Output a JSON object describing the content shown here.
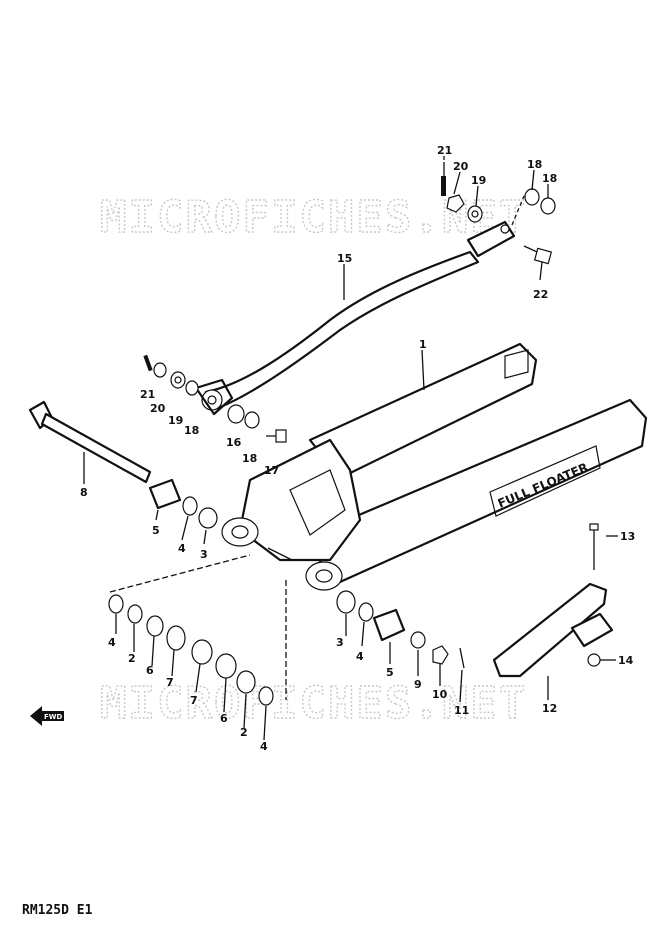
{
  "watermark": "MICROFICHES.NET",
  "caption": "RM125D E1",
  "fwd_label": "FWD",
  "swingarm_decal": "FULL FLOATER",
  "callouts": [
    {
      "id": "c21a",
      "label": "21"
    },
    {
      "id": "c20a",
      "label": "20"
    },
    {
      "id": "c19a",
      "label": "19"
    },
    {
      "id": "c18a",
      "label": "18"
    },
    {
      "id": "c18b",
      "label": "18"
    },
    {
      "id": "c22",
      "label": "22"
    },
    {
      "id": "c15",
      "label": "15"
    },
    {
      "id": "c1",
      "label": "1"
    },
    {
      "id": "c21b",
      "label": "21"
    },
    {
      "id": "c20b",
      "label": "20"
    },
    {
      "id": "c19b",
      "label": "19"
    },
    {
      "id": "c18c",
      "label": "18"
    },
    {
      "id": "c16",
      "label": "16"
    },
    {
      "id": "c18d",
      "label": "18"
    },
    {
      "id": "c17",
      "label": "17"
    },
    {
      "id": "c8",
      "label": "8"
    },
    {
      "id": "c5a",
      "label": "5"
    },
    {
      "id": "c4a",
      "label": "4"
    },
    {
      "id": "c3a",
      "label": "3"
    },
    {
      "id": "c13",
      "label": "13"
    },
    {
      "id": "c4b",
      "label": "4"
    },
    {
      "id": "c2a",
      "label": "2"
    },
    {
      "id": "c6a",
      "label": "6"
    },
    {
      "id": "c7a",
      "label": "7"
    },
    {
      "id": "c3b",
      "label": "3"
    },
    {
      "id": "c4c",
      "label": "4"
    },
    {
      "id": "c5b",
      "label": "5"
    },
    {
      "id": "c9",
      "label": "9"
    },
    {
      "id": "c10",
      "label": "10"
    },
    {
      "id": "c11",
      "label": "11"
    },
    {
      "id": "c14",
      "label": "14"
    },
    {
      "id": "c12",
      "label": "12"
    },
    {
      "id": "c7b",
      "label": "7"
    },
    {
      "id": "c6b",
      "label": "6"
    },
    {
      "id": "c2b",
      "label": "2"
    },
    {
      "id": "c4d",
      "label": "4"
    }
  ]
}
